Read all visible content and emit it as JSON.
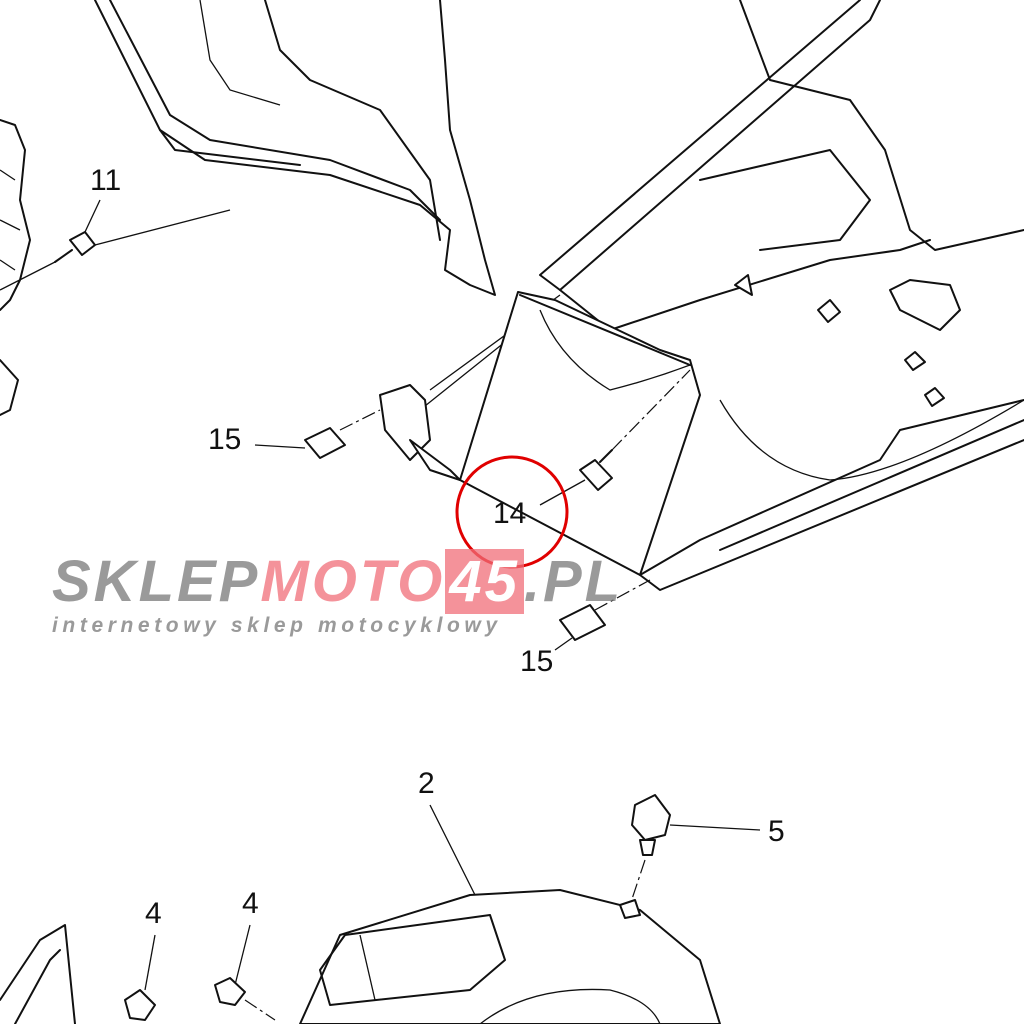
{
  "diagram": {
    "callouts": {
      "c11": "11",
      "c15a": "15",
      "c14": "14",
      "c15b": "15",
      "c2": "2",
      "c5": "5",
      "c4a": "4",
      "c4b": "4"
    },
    "highlight_color": "#e00000"
  },
  "watermark": {
    "part1": "SKLEP",
    "part2": "MOTO",
    "part3": "45",
    "part4": ".PL",
    "tagline": "internetowy sklep motocyklowy"
  }
}
